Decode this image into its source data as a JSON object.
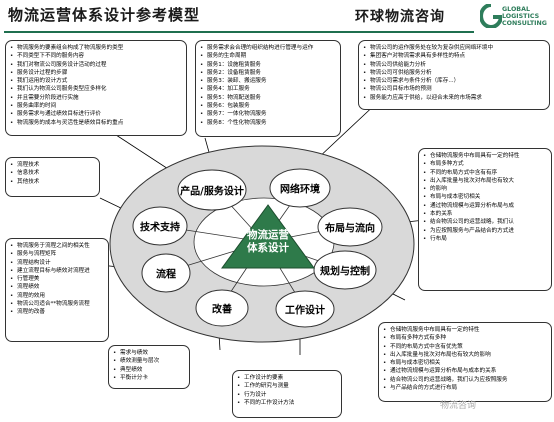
{
  "header": {
    "title": "物流运营体系设计参考模型",
    "right_title": "环球物流咨询",
    "logo_line1": "GLOBAL",
    "logo_line2": "LOGISTICS",
    "logo_line3": "CONSULTING"
  },
  "center": {
    "line1": "物流运营",
    "line2": "体系设计"
  },
  "nodes": {
    "product": "产品/服务设计",
    "network": "网络环境",
    "tech": "技术支持",
    "layout": "布局与流向",
    "process": "流程",
    "planning": "规划与控制",
    "improve": "改善",
    "work": "工作设计"
  },
  "boxes": {
    "top_left": [
      "物流服务的要素组合构成了物流服务的类型",
      "不同类型下不同的服务内容",
      "我们对物流公司服务设计活动的过程",
      "服务设计过程的步骤",
      "我们运用的设计方式",
      "我们认为物流公司服务类型应多样化",
      "并且需要分阶段进行实施",
      "服务曲率的时间",
      "服务需求与通过绩效目标进行评价",
      "物流服务的成本与灵活性是绩效目标的重点"
    ],
    "top_middle": [
      "服务需求会合理的组织结构进行管理与运作",
      "服务的生命周期",
      "服务1：设施租赁服务",
      "服务2：设备租赁服务",
      "服务3：装卸、搬运服务",
      "服务4：加工服务",
      "服务5：物流配送服务",
      "服务6：包装服务",
      "服务7：一体化物流服务",
      "服务8：个性化物流服务"
    ],
    "top_right": [
      "物流公司的运作服务处在较为复杂供应网络环境中",
      "集团客户对物流需求具有多样性的特点",
      "物流公司供给能力分析",
      "物流公司可供给服务分析",
      "物流公司需求与条件分析（库存...）",
      "物流公司目标市场的预测",
      "服务能力应高于供给，以迎合未来的市场需求"
    ],
    "tech": [
      "流程技术",
      "信息技术",
      "其他技术"
    ],
    "layout": [
      "仓储物流服务中布局具有一定的特性",
      "布局多种方式",
      "不同的布局方式中含有有序",
      "出入库批量与批次对布局也有较大",
      "的影响",
      "布局与成本密切相关",
      "通过物流规模与运算分析布局与成",
      "本的关系",
      "结合物流公司的运营战略，我们认",
      "为应按照服务与产品结合的方式进",
      "行布局"
    ],
    "process": [
      "物流服务于流程之间的相关性",
      "服务与流程矩阵",
      "流程结构设计",
      "建立流程目标与绩效对流程进",
      "行管理美",
      "流程绩效",
      "流程的效用",
      "物流公司适合**物流服务流程",
      "流程的改善"
    ],
    "planning": [
      "仓储物流服务中布局具有一定的特性",
      "布局有多种方式有多种",
      "不同的布局方式中含有优先策",
      "出入库批量与批次对布局也有较大的影响",
      "布局与成本密切相关",
      "通过物流规模与运算分析布局与成本的关系",
      "结合物流公司的运营战略，我们认为应按照服务",
      "与产品结合的方式进行布局"
    ],
    "improve": [
      "需求与绩效",
      "绩效测量与层次",
      "典型绩效",
      "平衡计分卡"
    ],
    "work": [
      "工作设计的要素",
      "工作的研究与测量",
      "行为设计",
      "不同的工作设计方法"
    ]
  },
  "colors": {
    "accent": "#1f6f4f",
    "ellipse": "#d9d9d9",
    "triangle": "#2e7a4a"
  },
  "watermark": "物流咨询"
}
